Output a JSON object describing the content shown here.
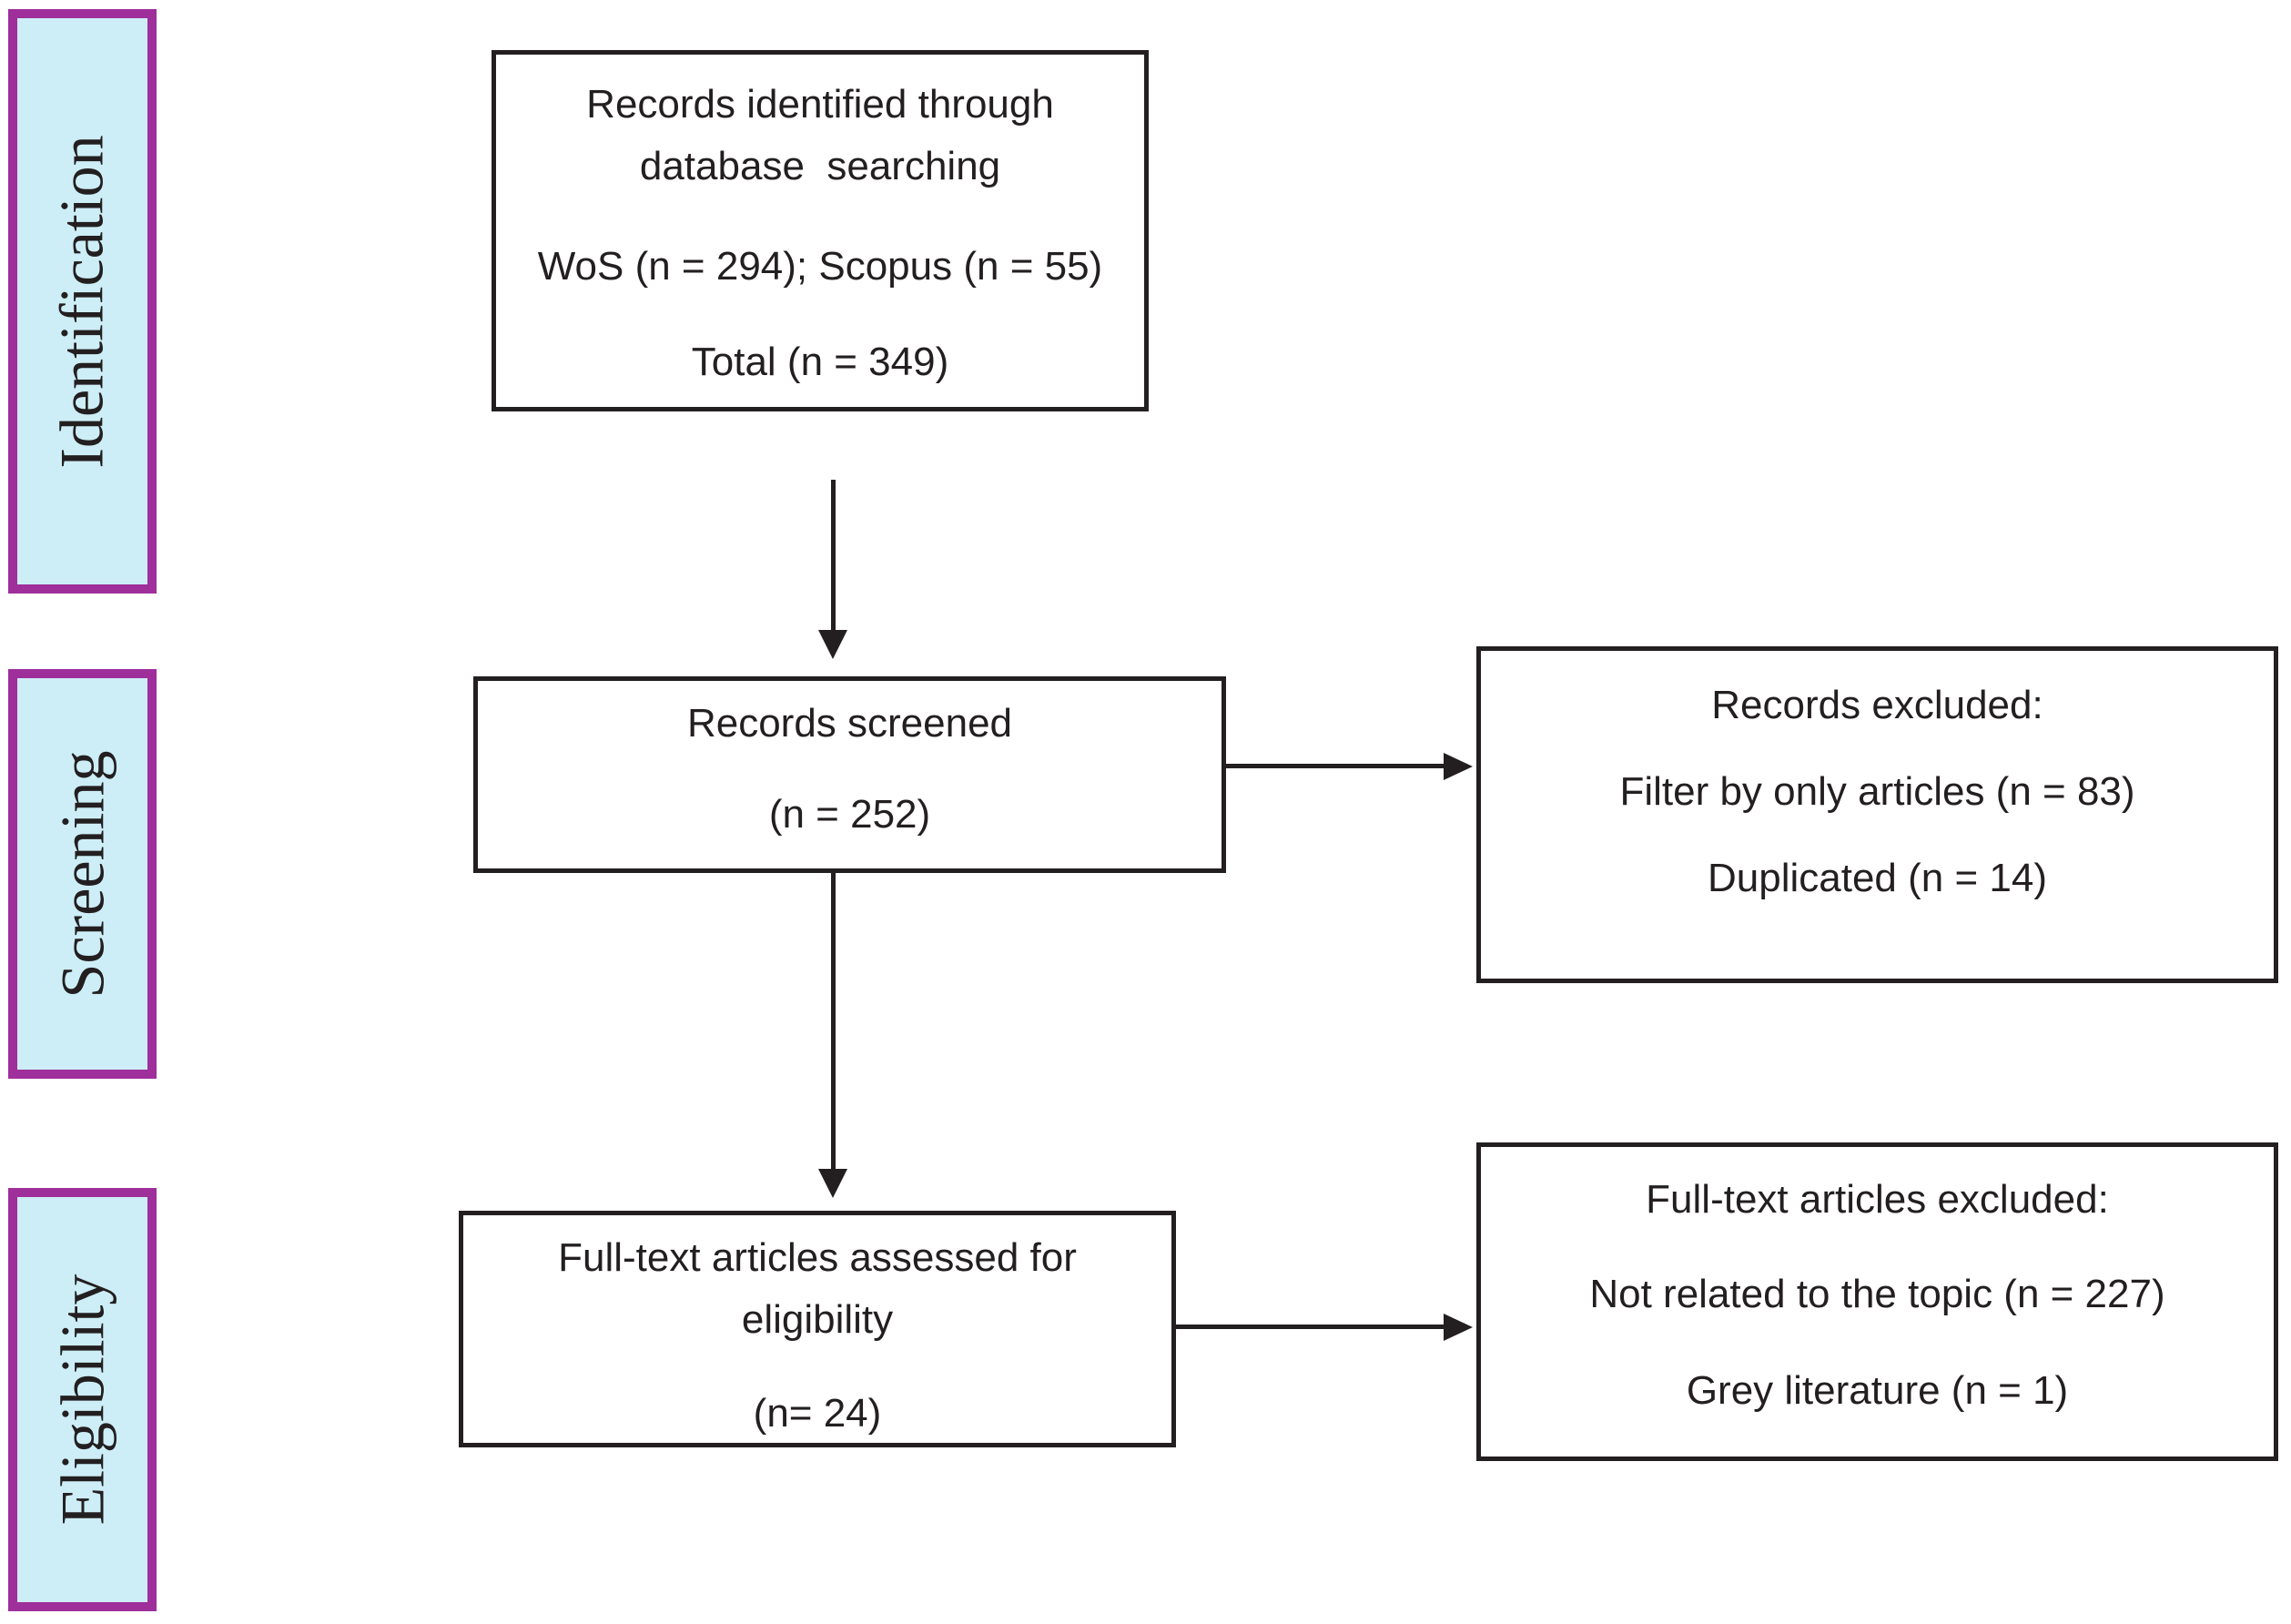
{
  "colors": {
    "bg": "#ffffff",
    "ink": "#231f20",
    "stage_fill": "#cdeef7",
    "stage_border": "#9e2f9b"
  },
  "sidebar": {
    "stages": [
      {
        "label": "Identification"
      },
      {
        "label": "Screening"
      },
      {
        "label": "Eligibility"
      }
    ]
  },
  "boxes": {
    "identified": {
      "lines": [
        "Records identified through",
        "database  searching",
        "WoS (n = 294); Scopus (n = 55)",
        "Total (n = 349)"
      ],
      "counts": {
        "wos": 294,
        "scopus": 55,
        "total": 349
      }
    },
    "screened": {
      "lines": [
        "Records screened",
        "(n = 252)"
      ],
      "counts": {
        "screened": 252
      }
    },
    "assessed": {
      "lines": [
        "Full-text articles assessed for",
        "eligibility",
        "(n= 24)"
      ],
      "counts": {
        "assessed": 24
      }
    },
    "records_excluded": {
      "lines": [
        "Records excluded:",
        "Filter by only articles (n = 83)",
        "Duplicated (n = 14)"
      ],
      "counts": {
        "filter_by_only_articles": 83,
        "duplicated": 14
      }
    },
    "fulltext_excluded": {
      "lines": [
        "Full-text articles excluded:",
        "Not related to the topic (n = 227)",
        "Grey literature (n = 1)"
      ],
      "counts": {
        "not_related_to_topic": 227,
        "grey_literature": 1
      }
    }
  }
}
